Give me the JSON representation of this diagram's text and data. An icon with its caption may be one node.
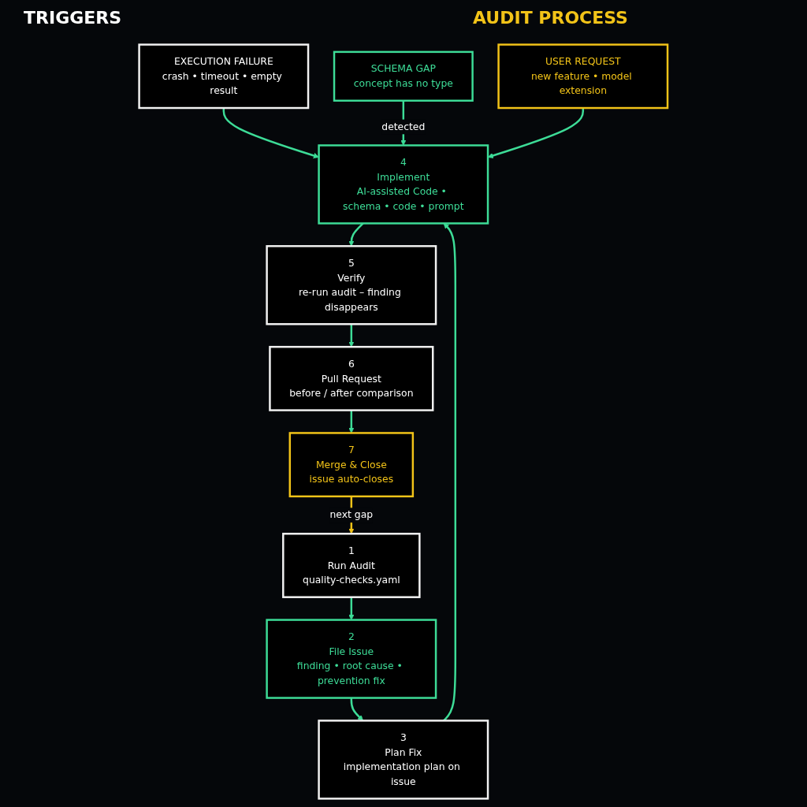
{
  "diagram": {
    "nodes": [
      {
        "text": [
          "EXECUTION FAILURE",
          "crash • timeout • empty result"
        ]
      },
      {
        "text": [
          "SCHEMA GAP",
          "concept has no type"
        ]
      },
      {
        "text": [
          "USER REQUEST",
          "new feature • model extension"
        ]
      },
      {
        "text": [
          "1",
          "Run Audit",
          "quality-checks.yaml"
        ]
      },
      {
        "text": [
          "2",
          "File Issue",
          "finding • root cause • prevention fix"
        ]
      },
      {
        "text": [
          "3",
          "Plan Fix",
          "implementation plan on issue"
        ]
      },
      {
        "text": [
          "4",
          "Implement",
          "AI-assisted Code • schema • code • prompt"
        ]
      },
      {
        "text": [
          "5",
          "Verify",
          "re-run audit – finding disappears"
        ]
      },
      {
        "text": [
          "6",
          "Pull Request",
          "before / after comparison"
        ]
      },
      {
        "text": [
          "7",
          "Merge & Close",
          "issue auto-closes"
        ]
      }
    ],
    "edges": [
      {
        "from": 0,
        "to": 6,
        "arrow": "to"
      },
      {
        "from": 1,
        "to": 6,
        "arrow": "to",
        "label": "detected"
      },
      {
        "from": 2,
        "to": 6,
        "arrow": "to"
      },
      {
        "from": 3,
        "to": 4,
        "arrow": "to"
      },
      {
        "from": 4,
        "to": 5,
        "arrow": "to"
      },
      {
        "from": 5,
        "to": 6,
        "arrow": "to"
      },
      {
        "from": 6,
        "to": 7,
        "arrow": "to"
      },
      {
        "from": 7,
        "to": 8,
        "arrow": "to"
      },
      {
        "from": 8,
        "to": 9,
        "arrow": "to"
      },
      {
        "from": 9,
        "to": 3,
        "arrow": "to",
        "label": "next gap",
        "color": "#f2c318"
      }
    ],
    "labels": [
      "TRIGGERS",
      "AUDIT PROCESS"
    ]
  }
}
